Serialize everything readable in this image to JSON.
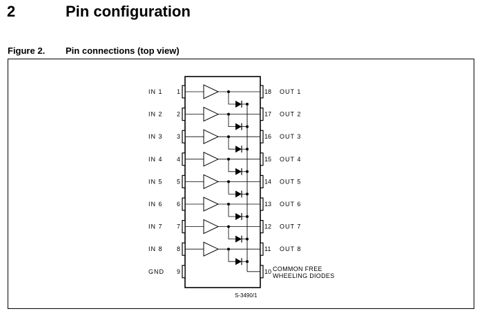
{
  "section": {
    "number": "2",
    "title": "Pin configuration"
  },
  "figure": {
    "number": "Figure 2.",
    "title": "Pin connections (top view)"
  },
  "colors": {
    "ink": "#000000",
    "background": "#ffffff"
  },
  "left_pins": [
    {
      "pin": "1",
      "label": "IN  1"
    },
    {
      "pin": "2",
      "label": "IN  2"
    },
    {
      "pin": "3",
      "label": "IN  3"
    },
    {
      "pin": "4",
      "label": "IN  4"
    },
    {
      "pin": "5",
      "label": "IN  5"
    },
    {
      "pin": "6",
      "label": "IN  6"
    },
    {
      "pin": "7",
      "label": "IN  7"
    },
    {
      "pin": "8",
      "label": "IN  8"
    },
    {
      "pin": "9",
      "label": "GND"
    }
  ],
  "right_pins": [
    {
      "pin": "18",
      "label": "OUT  1"
    },
    {
      "pin": "17",
      "label": "OUT  2"
    },
    {
      "pin": "16",
      "label": "OUT  3"
    },
    {
      "pin": "15",
      "label": "OUT  4"
    },
    {
      "pin": "14",
      "label": "OUT  5"
    },
    {
      "pin": "13",
      "label": "OUT  6"
    },
    {
      "pin": "12",
      "label": "OUT  7"
    },
    {
      "pin": "11",
      "label": "OUT  8"
    },
    {
      "pin": "10",
      "label": "COMMON  FREE",
      "label2": "WHEELING DIODES"
    }
  ],
  "channels": 8,
  "drawing_ref": "S-3490/1"
}
